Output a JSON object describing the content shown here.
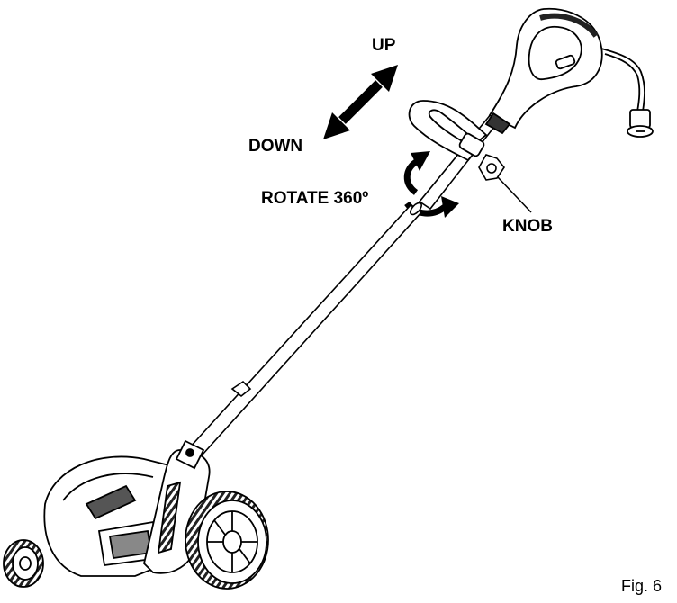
{
  "labels": {
    "up": "UP",
    "down": "DOWN",
    "rotate": "ROTATE 360º",
    "knob": "KNOB",
    "figure": "Fig. 6"
  },
  "colors": {
    "line": "#000000",
    "fill": "#ffffff",
    "shade": "#444444"
  }
}
